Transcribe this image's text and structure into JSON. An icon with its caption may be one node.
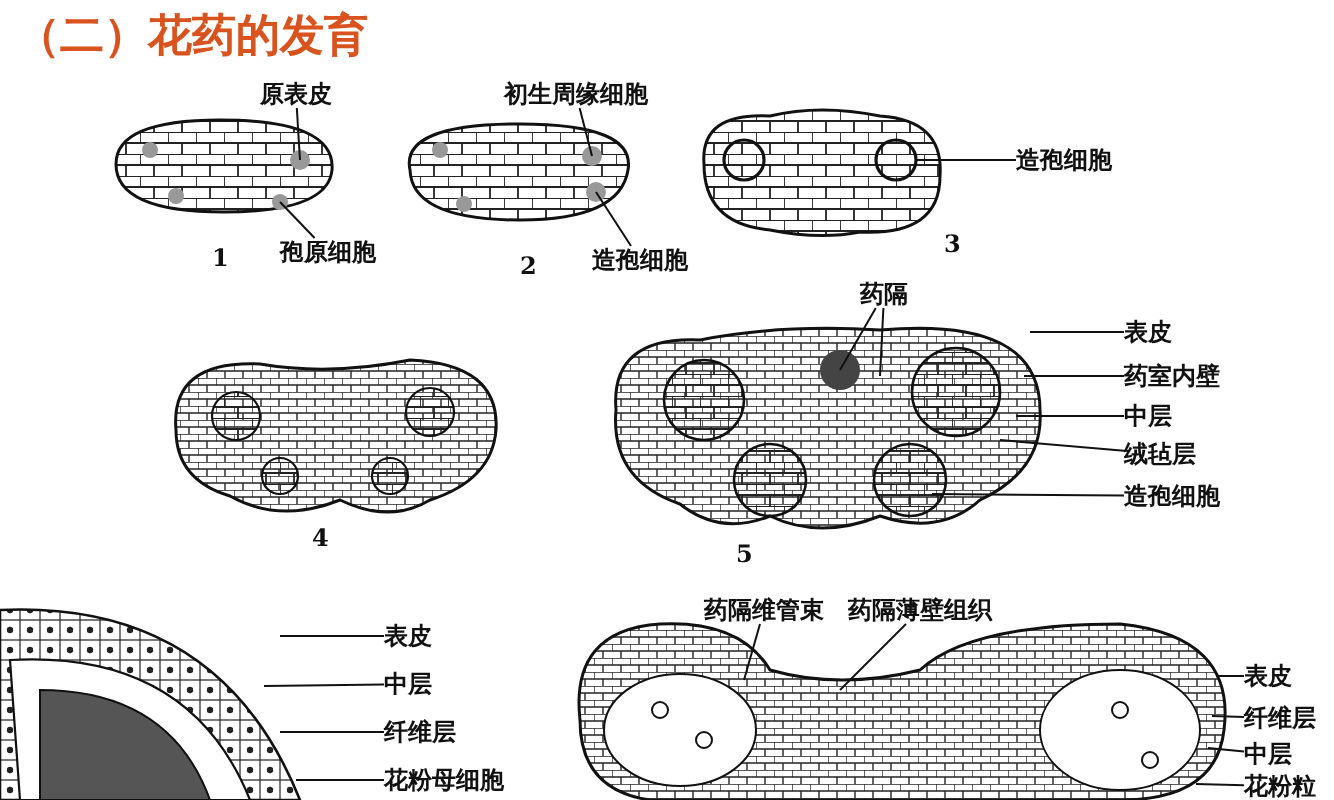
{
  "diagram": {
    "title": "（二）花药的发育",
    "nodes": [
      {
        "text": [
          "原表皮"
        ]
      },
      {
        "text": [
          "孢原细胞"
        ]
      },
      {
        "text": [
          "初生周缘细胞"
        ]
      },
      {
        "text": [
          "造孢细胞"
        ]
      },
      {
        "text": [
          "造孢细胞"
        ]
      },
      {
        "text": [
          "药隔"
        ]
      },
      {
        "text": [
          "表皮"
        ]
      },
      {
        "text": [
          "药室内壁"
        ]
      },
      {
        "text": [
          "中层"
        ]
      },
      {
        "text": [
          "绒毡层"
        ]
      },
      {
        "text": [
          "造孢细胞"
        ]
      },
      {
        "text": [
          "表皮"
        ]
      },
      {
        "text": [
          "中层"
        ]
      },
      {
        "text": [
          "纤维层"
        ]
      },
      {
        "text": [
          "花粉母细胞"
        ]
      },
      {
        "text": [
          "药隔维管束"
        ]
      },
      {
        "text": [
          "药隔薄壁组织"
        ]
      },
      {
        "text": [
          "表皮"
        ]
      },
      {
        "text": [
          "纤维层"
        ]
      },
      {
        "text": [
          "中层"
        ]
      },
      {
        "text": [
          "花粉粒"
        ]
      },
      {
        "text": [],
        "shape": "picture"
      },
      {
        "text": [],
        "shape": "picture"
      },
      {
        "text": [],
        "shape": "picture"
      },
      {
        "text": [],
        "shape": "picture"
      },
      {
        "text": [],
        "shape": "picture"
      },
      {
        "text": [],
        "shape": "picture"
      },
      {
        "text": [],
        "shape": "picture"
      }
    ],
    "edges": [
      {
        "from": 0,
        "to": 21,
        "arrow": "none"
      },
      {
        "from": 1,
        "to": 21,
        "arrow": "none"
      },
      {
        "from": 2,
        "to": 22,
        "arrow": "none"
      },
      {
        "from": 3,
        "to": 22,
        "arrow": "none"
      },
      {
        "from": 4,
        "to": 23,
        "arrow": "none"
      },
      {
        "from": 5,
        "to": 25,
        "arrow": "none"
      },
      {
        "from": 5,
        "to": 25,
        "arrow": "none"
      },
      {
        "from": 6,
        "to": 25,
        "arrow": "none"
      },
      {
        "from": 7,
        "to": 25,
        "arrow": "none"
      },
      {
        "from": 8,
        "to": 25,
        "arrow": "none"
      },
      {
        "from": 9,
        "to": 25,
        "arrow": "none"
      },
      {
        "from": 10,
        "to": 25,
        "arrow": "none"
      },
      {
        "from": 11,
        "to": 26,
        "arrow": "none"
      },
      {
        "from": 12,
        "to": 26,
        "arrow": "none"
      },
      {
        "from": 13,
        "to": 26,
        "arrow": "none"
      },
      {
        "from": 14,
        "to": 26,
        "arrow": "none"
      },
      {
        "from": 15,
        "to": 27,
        "arrow": "none"
      },
      {
        "from": 16,
        "to": 27,
        "arrow": "none"
      },
      {
        "from": 17,
        "to": 27,
        "arrow": "none"
      },
      {
        "from": 18,
        "to": 27,
        "arrow": "none"
      },
      {
        "from": 19,
        "to": 27,
        "arrow": "none"
      },
      {
        "from": 20,
        "to": 27,
        "arrow": "none"
      }
    ],
    "labels": [
      "1",
      "2",
      "3",
      "4",
      "5"
    ]
  }
}
